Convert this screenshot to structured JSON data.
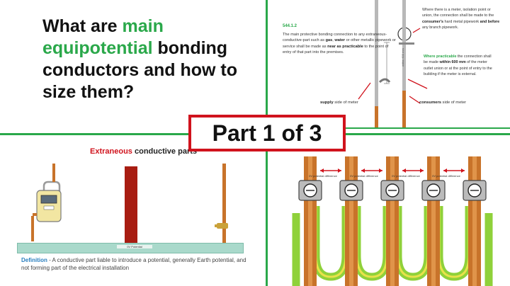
{
  "title": {
    "part1": "What are ",
    "hl1": "main",
    "hl2": "equipotential",
    "part2": " bonding conductors and how to size them?"
  },
  "badge": {
    "label": "Part 1 of 3"
  },
  "regulation": {
    "number": "544.1.2",
    "text_a": "The main protective bonding connection to any extraneous-conductive-part such as ",
    "gas": "gas",
    "sep1": ", ",
    "water": "water",
    "text_b": " or other metallic pipework or service shall be made as ",
    "near": "near as practicable",
    "text_c": " to the point of entry of that part into the premises.",
    "note1_a": "Where there is a meter, isolation point or union, the connection shall be made to the ",
    "note1_b": "consumer's",
    "note1_c": " hard metal pipework ",
    "note1_d": "and before",
    "note1_e": " any branch pipework.",
    "note2_a": "Where practicable",
    "note2_b": " the connection shall be made ",
    "note2_c": "within 600 mm",
    "note2_d": " of the meter outlet union or at the point of entry to the building if the meter is external.",
    "supply_b": "supply",
    "supply_rest": " side of meter",
    "consumers_b": "consumers",
    "consumers_rest": " side of meter",
    "vertical_label": "within 600 mm"
  },
  "extraneous": {
    "title_red": "Extraneous",
    "title_rest": " conductive parts",
    "ground_label": "0V Potential",
    "def_label": "Definition",
    "def_text": " - A conductive part liable to introduce a potential, generally Earth potential, and not forming part of the electrical installation"
  },
  "bonding": {
    "pd_labels": [
      "0V potential difference",
      "0V potential difference",
      "0V potential difference",
      "0V potential difference"
    ]
  },
  "colors": {
    "green": "#2aa84a",
    "red": "#d0131d",
    "copper": "#c8732a",
    "cable_green": "#8fd13a",
    "cable_yellow": "#e8e24a"
  },
  "icons": [
    "gas-meter-icon",
    "stopcock-icon",
    "earth-clamp-icon"
  ]
}
